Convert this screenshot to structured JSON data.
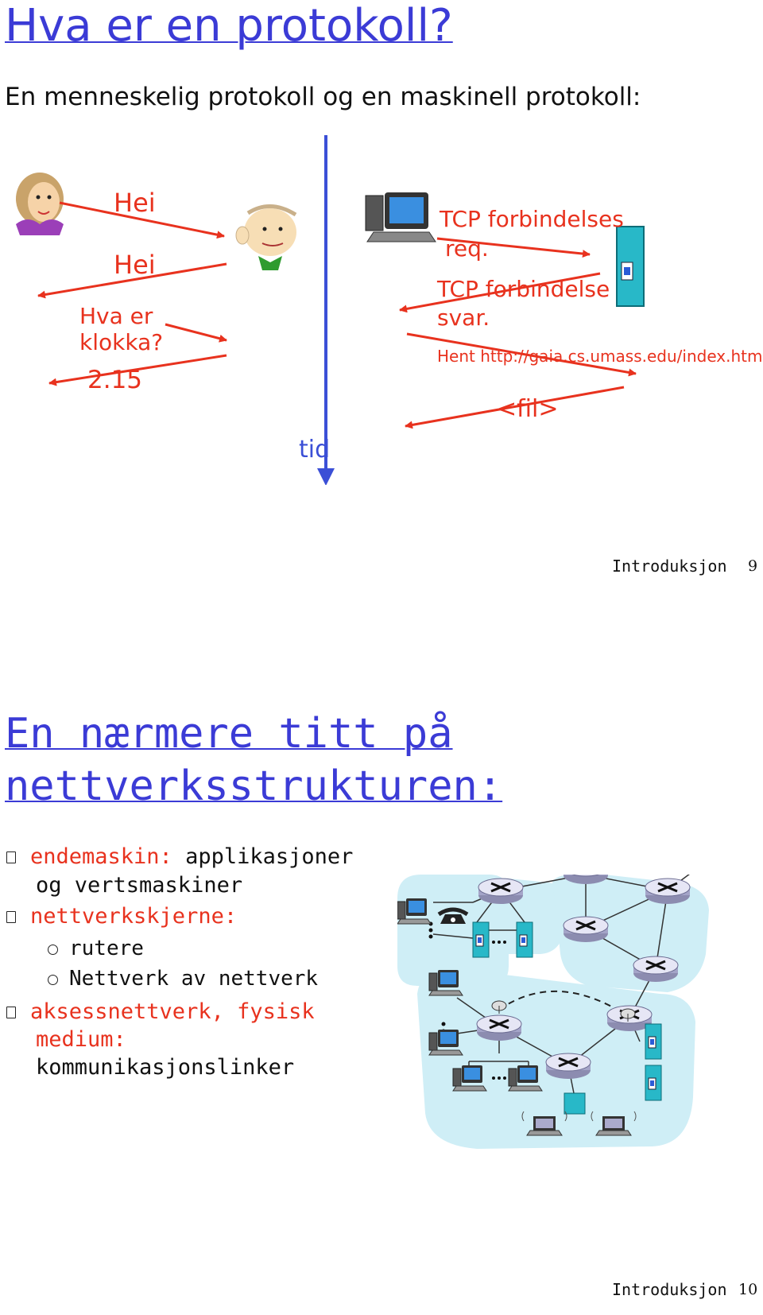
{
  "slide9": {
    "title": "Hva er en protokoll?",
    "subtitle": "En menneskelig protokoll og en maskinell protokoll:",
    "human": {
      "hei1": "Hei",
      "hei2": "Hei",
      "q_line1": "Hva er",
      "q_line2": "klokka?",
      "answer": "2.15"
    },
    "time_label": "tid",
    "machine": {
      "req_line1": "TCP forbindelses",
      "req_line2": "req.",
      "resp_line1": "TCP forbindelse",
      "resp_line2": "svar.",
      "get": "Hent http://gaia.cs.umass.edu/index.htm",
      "file": "<fil>"
    },
    "footer": "Introduksjon",
    "page": "9"
  },
  "slide10": {
    "title_line1": "En nærmere titt på",
    "title_line2": "nettverksstrukturen:",
    "bullets": [
      {
        "term": "endemaskin:",
        "text": " applikasjoner",
        "cont": "og vertsmaskiner"
      },
      {
        "term": "nettverkskjerne:",
        "text": "",
        "cont": ""
      },
      {
        "term": "aksessnettverk, fysisk",
        "text": "",
        "cont": "medium:",
        "cont2": "kommunikasjonslinker"
      }
    ],
    "subbullets": [
      "rutere",
      "Nettverk av nettverk"
    ],
    "footer": "Introduksjon",
    "page": "10"
  },
  "colors": {
    "title": "#3b3bd6",
    "accent": "#e8321e",
    "network_bg": "#cfeef6",
    "axis": "#3b4fd6"
  },
  "icons": [
    "woman-face-icon",
    "man-face-icon",
    "computer-icon",
    "server-icon",
    "router-icon",
    "telephone-icon",
    "laptop-icon",
    "satellite-dish-icon",
    "modem-icon"
  ]
}
